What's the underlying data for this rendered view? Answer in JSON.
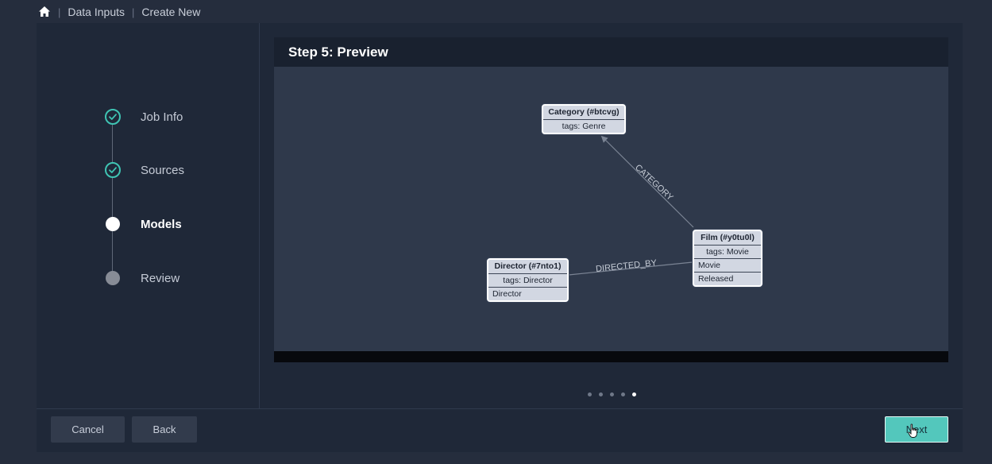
{
  "breadcrumb": {
    "home_icon": "home-icon",
    "items": [
      "Data Inputs",
      "Create New"
    ]
  },
  "steps": [
    {
      "label": "Job Info",
      "status": "done"
    },
    {
      "label": "Sources",
      "status": "done"
    },
    {
      "label": "Models",
      "status": "current"
    },
    {
      "label": "Review",
      "status": "pending"
    }
  ],
  "preview": {
    "title": "Step 5: Preview",
    "nodes": {
      "category": {
        "title": "Category (#btcvg)",
        "tags": "tags: Genre",
        "props": []
      },
      "film": {
        "title": "Film (#y0tu0l)",
        "tags": "tags: Movie",
        "props": [
          "Movie",
          "Released"
        ]
      },
      "director": {
        "title": "Director (#7nto1)",
        "tags": "tags: Director",
        "props": [
          "Director"
        ]
      }
    },
    "edges": {
      "category": "CATEGORY",
      "directed_by": "DIRECTED_BY"
    }
  },
  "pagination": {
    "total": 5,
    "active_index": 4
  },
  "buttons": {
    "cancel": "Cancel",
    "back": "Back",
    "next": "Next"
  },
  "colors": {
    "accent": "#53c7bc",
    "check": "#3fc4b3",
    "background": "#252d3d",
    "panel": "#1f2838"
  }
}
